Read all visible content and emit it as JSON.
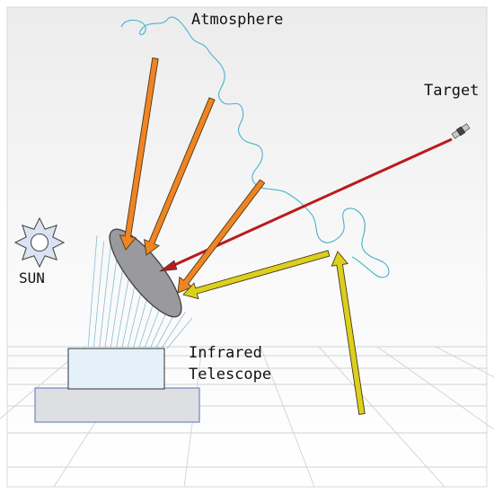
{
  "labels": {
    "atmosphere": "Atmosphere",
    "target": "Target",
    "sun": "SUN",
    "telescope_line1": "Infrared",
    "telescope_line2": "Telescope"
  },
  "colors": {
    "atmosphere_line": "#45b4cc",
    "thermal_ray": "#f08424",
    "reflected_ray": "#dcd01e",
    "target_ray": "#b81c1c",
    "mirror": "#9a9a9e",
    "telescope_body": "#e4f1fb",
    "telescope_base": "#dddfe2",
    "ground_grid": "#cfd2d6",
    "sun_fill": "#dbe3f1"
  },
  "icons": [
    "sun-icon",
    "satellite-icon"
  ]
}
